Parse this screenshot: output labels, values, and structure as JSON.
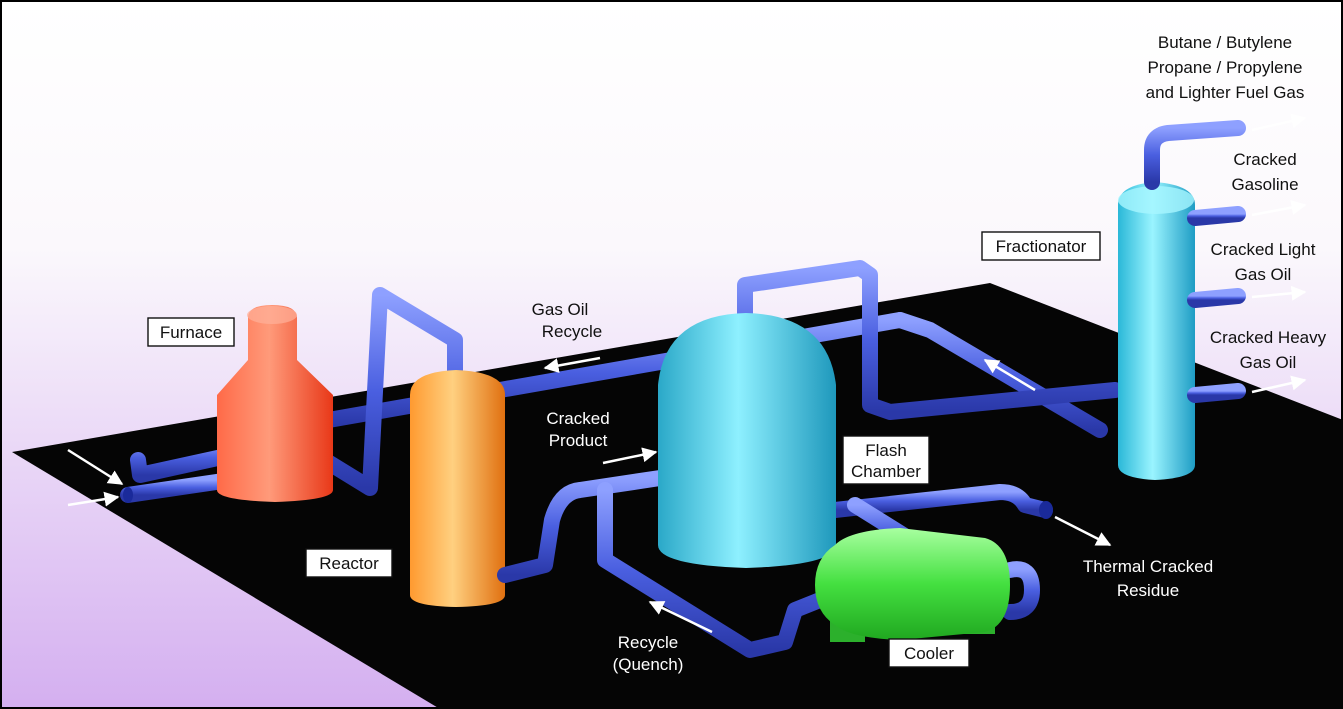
{
  "labels": {
    "furnace": "Furnace",
    "reactor": "Reactor",
    "fractionator": "Fractionator",
    "flash_chamber": [
      "Flash",
      "Chamber"
    ],
    "cooler": "Cooler",
    "gas_oil_recycle": [
      "Gas Oil",
      "Recycle"
    ],
    "cracked_product": [
      "Cracked",
      "Product"
    ],
    "recycle_quench": [
      "Recycle",
      "(Quench)"
    ],
    "thermal_cracked_residue": [
      "Thermal Cracked",
      "Residue"
    ],
    "output_gases": [
      "Butane / Butylene",
      "Propane / Propylene",
      "and Lighter Fuel Gas"
    ],
    "cracked_gasoline": [
      "Cracked",
      "Gasoline"
    ],
    "cracked_light_gas_oil": [
      "Cracked Light",
      "Gas Oil"
    ],
    "cracked_heavy_gas_oil": [
      "Cracked Heavy",
      "Gas Oil"
    ]
  },
  "colors": {
    "platform": "#050505",
    "pipe": "#4a5fe0",
    "furnace": "#ff5a36",
    "reactor": "#ff9a2a",
    "flash_chamber": "#3cc8dc",
    "fractionator": "#40c8e0",
    "cooler": "#42e040",
    "sky_top": "#ffffff",
    "sky_bottom": "#d7b2f0"
  }
}
